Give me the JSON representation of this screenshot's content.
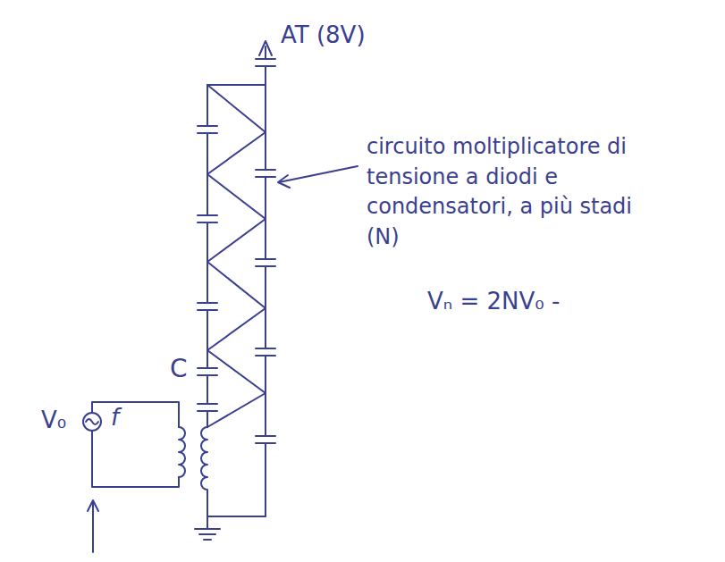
{
  "diagram": {
    "labels": [
      "AT (8V)",
      "circuito moltiplicatore di tensione a diodi e condensatori, a più stadi (N)",
      "C",
      "V₀",
      "f",
      "Vₙ = 2NV₀ -"
    ]
  }
}
